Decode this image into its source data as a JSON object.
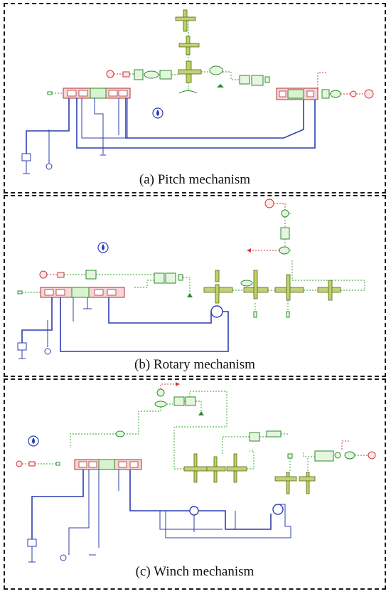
{
  "figure": {
    "panels": [
      {
        "id": "a",
        "caption": "(a) Pitch mechanism"
      },
      {
        "id": "b",
        "caption": "(b) Rotary mechanism"
      },
      {
        "id": "c",
        "caption": "(c) Winch mechanism"
      }
    ]
  },
  "colors": {
    "hydraulic_line": "#2b3fae",
    "mechanical_signal": "#2aa02a",
    "control_signal": "#d23a3a",
    "valve_body": "#f4d6d6",
    "gear": "#c3cf7a",
    "border": "#1a1a1a"
  },
  "icons": {
    "oil_drop": "oil-drop-icon",
    "tank": "tank-icon",
    "pump_motor": "hydraulic-motor-icon",
    "gear": "gear-icon",
    "sensor": "sensor-icon"
  }
}
